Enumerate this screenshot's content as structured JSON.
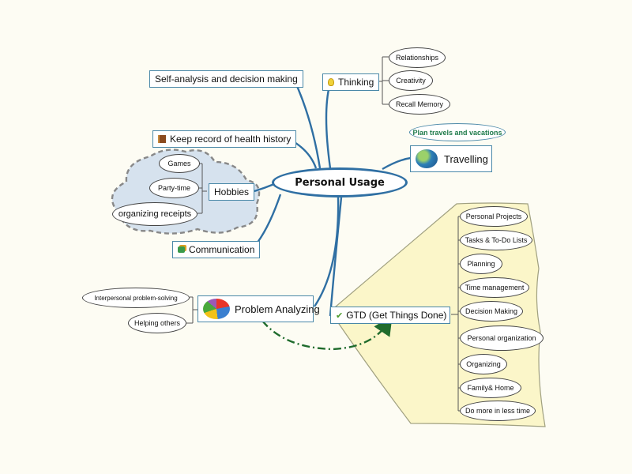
{
  "center": {
    "label": "Personal Usage"
  },
  "topics": {
    "self_analysis": "Self-analysis and decision making",
    "thinking": "Thinking",
    "health": "Keep record of health history",
    "travelling": "Travelling",
    "travelling_note": "Plan travels and vacations",
    "hobbies": "Hobbies",
    "communication": "Communication",
    "problem": "Problem Analyzing",
    "gtd": "GTD (Get Things Done)"
  },
  "thinking_items": [
    "Relationships",
    "Creativity",
    "Recall Memory"
  ],
  "hobbies_items": [
    "Games",
    "Party-time",
    "organizing receipts"
  ],
  "problem_items": [
    "Interpersonal problem-solving",
    "Helping others"
  ],
  "gtd_items": [
    "Personal Projects",
    "Tasks & To-Do Lists",
    "Planning",
    "Time management",
    "Decision Making",
    "Personal organization",
    "Organizing",
    "Family& Home",
    "Do more in less time"
  ],
  "colors": {
    "branch": "#2f6fa3",
    "box_border": "#4a88a8",
    "hobbies_cloud": "#d6e2ee",
    "gtd_area": "#fbf6c9",
    "dashed_arrow": "#1f6b2c"
  },
  "icons": {
    "thinking": "lightbulb-icon",
    "health": "book-icon",
    "communication": "chat-icon",
    "travelling": "globe-icon",
    "problem": "pie-chart-icon",
    "gtd": "checkmark-icon"
  }
}
